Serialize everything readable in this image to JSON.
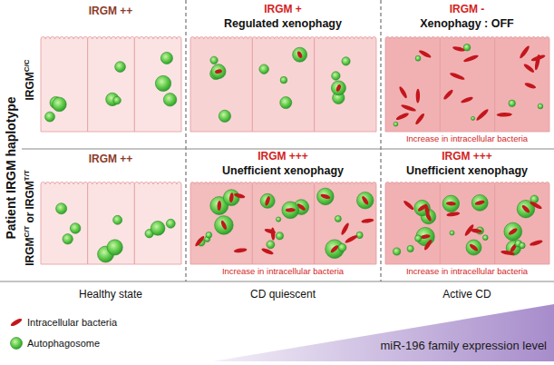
{
  "diagram": {
    "nodes": [
      {
        "text": [
          "miR-196 family expression level"
        ]
      }
    ],
    "labels": [
      "IRGM ++",
      "IRGM +",
      "Regulated xenophagy",
      "IRGM -",
      "Xenophagy : OFF",
      "Patient IRGM haplotype",
      "IRGM",
      "C/C",
      "Increase in intracellular bacteria",
      "IRGM ++",
      "IRGM +++",
      "Unefficient xenophagy",
      "IRGM +++",
      "Unefficient xenophagy",
      "IRGM",
      "C/T",
      "or",
      "IRGM",
      "T/T",
      "Increase in intracellular bacteria",
      "Increase in intracellular bacteria",
      "Healthy state",
      "CD quiescent",
      "Active CD"
    ],
    "legend": [
      {
        "text": "Intracellular bacteria"
      },
      {
        "text": "Autophagosome"
      }
    ]
  }
}
